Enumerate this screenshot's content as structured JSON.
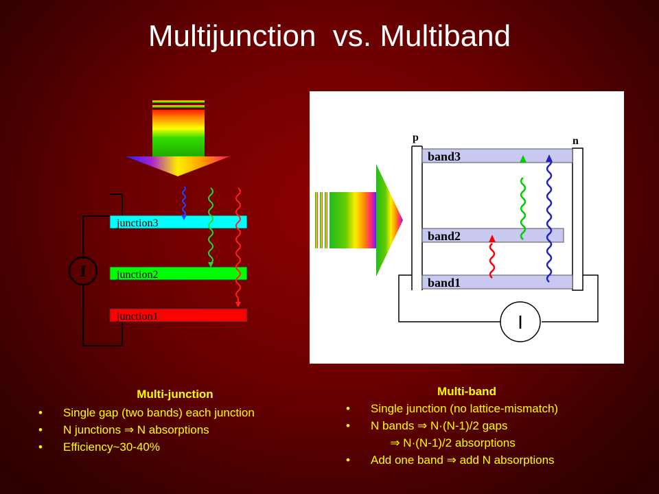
{
  "title": "Multijunction  vs. Multiband",
  "left_diagram": {
    "junctions": [
      {
        "label": "junction3",
        "color": "#00ffff"
      },
      {
        "label": "junction2",
        "color": "#00ff00"
      },
      {
        "label": "junction1",
        "color": "#ff0000"
      }
    ],
    "meter_label": "I"
  },
  "right_diagram": {
    "p_label": "p",
    "n_label": "n",
    "bands": [
      {
        "label": "band3"
      },
      {
        "label": "band2"
      },
      {
        "label": "band1"
      }
    ],
    "meter_label": "I",
    "band_color": "#c8c8f0"
  },
  "multijunction": {
    "heading": "Multi-junction",
    "bullet": "•",
    "items": [
      "Single gap (two bands) each junction",
      "N junctions ⇒ N absorptions",
      "Efficiency~30-40%"
    ]
  },
  "multiband": {
    "heading": "Multi-band",
    "bullet": "•",
    "items": [
      "Single junction (no lattice-mismatch)",
      "N bands ⇒ N·(N-1)/2 gaps",
      "      ⇒ N·(N-1)/2 absorptions",
      "Add one band ⇒ add N absorptions"
    ]
  },
  "colors": {
    "background": "#7a0000",
    "text_yellow": "#ffff00",
    "title_white": "#ffffff"
  }
}
